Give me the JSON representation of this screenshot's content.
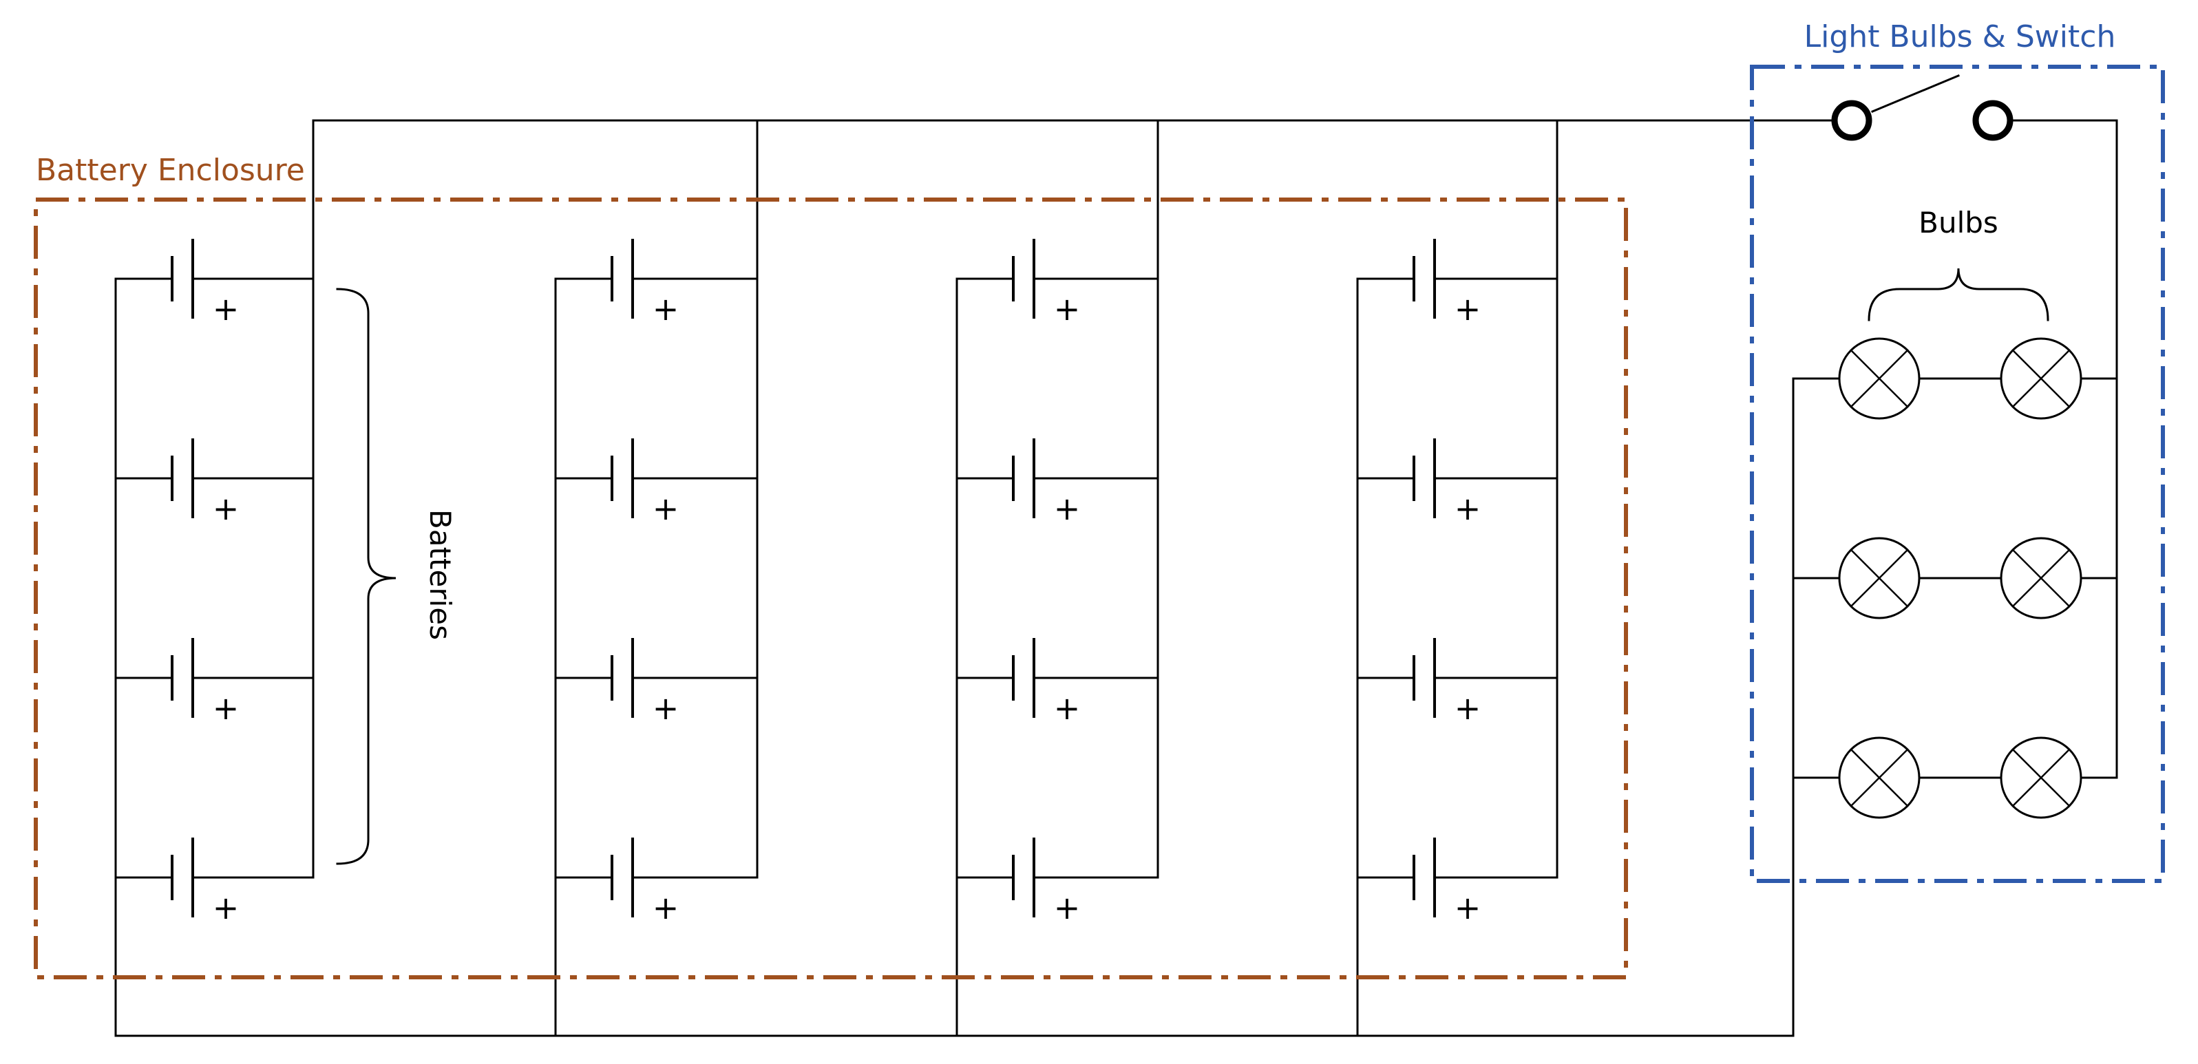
{
  "battery_enclosure": {
    "label": "Battery Enclosure",
    "color": "#A0501E"
  },
  "bulbs_switch_group": {
    "label": "Light Bulbs & Switch",
    "color": "#2E5AAC"
  },
  "batteries_label": "Batteries",
  "bulbs_label": "Bulbs",
  "battery_polarity_symbol": "+",
  "battery_strings": 4,
  "batteries_per_string": 4,
  "bulb_rows": 3,
  "bulb_columns": 2
}
